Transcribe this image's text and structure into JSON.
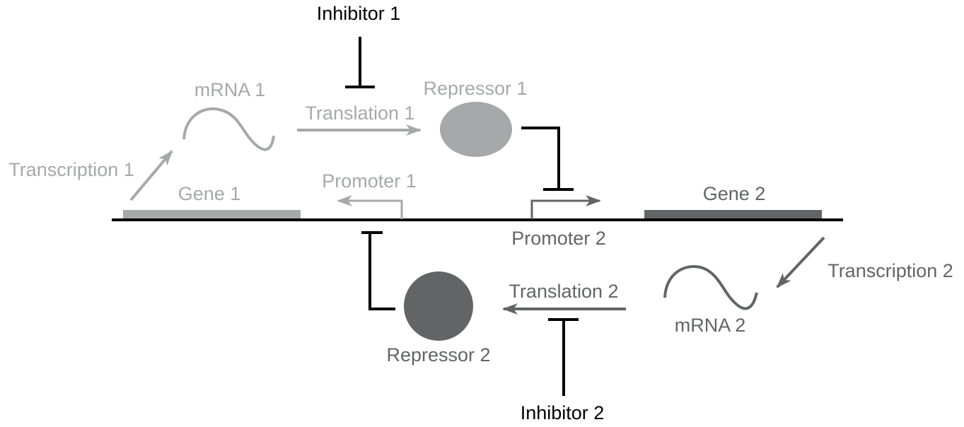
{
  "colors": {
    "light_gray": "#a7a8aa",
    "dark_gray": "#636466",
    "black": "#000000"
  },
  "labels": {
    "inhibitor_1": "Inhibitor 1",
    "inhibitor_2": "Inhibitor 2",
    "mrna_1": "mRNA 1",
    "mrna_2": "mRNA 2",
    "translation_1": "Translation 1",
    "translation_2": "Translation 2",
    "repressor_1": "Repressor 1",
    "repressor_2": "Repressor 2",
    "transcription_1": "Transcription 1",
    "transcription_2": "Transcription 2",
    "gene_1": "Gene 1",
    "gene_2": "Gene 2",
    "promoter_1": "Promoter 1",
    "promoter_2": "Promoter 2"
  }
}
